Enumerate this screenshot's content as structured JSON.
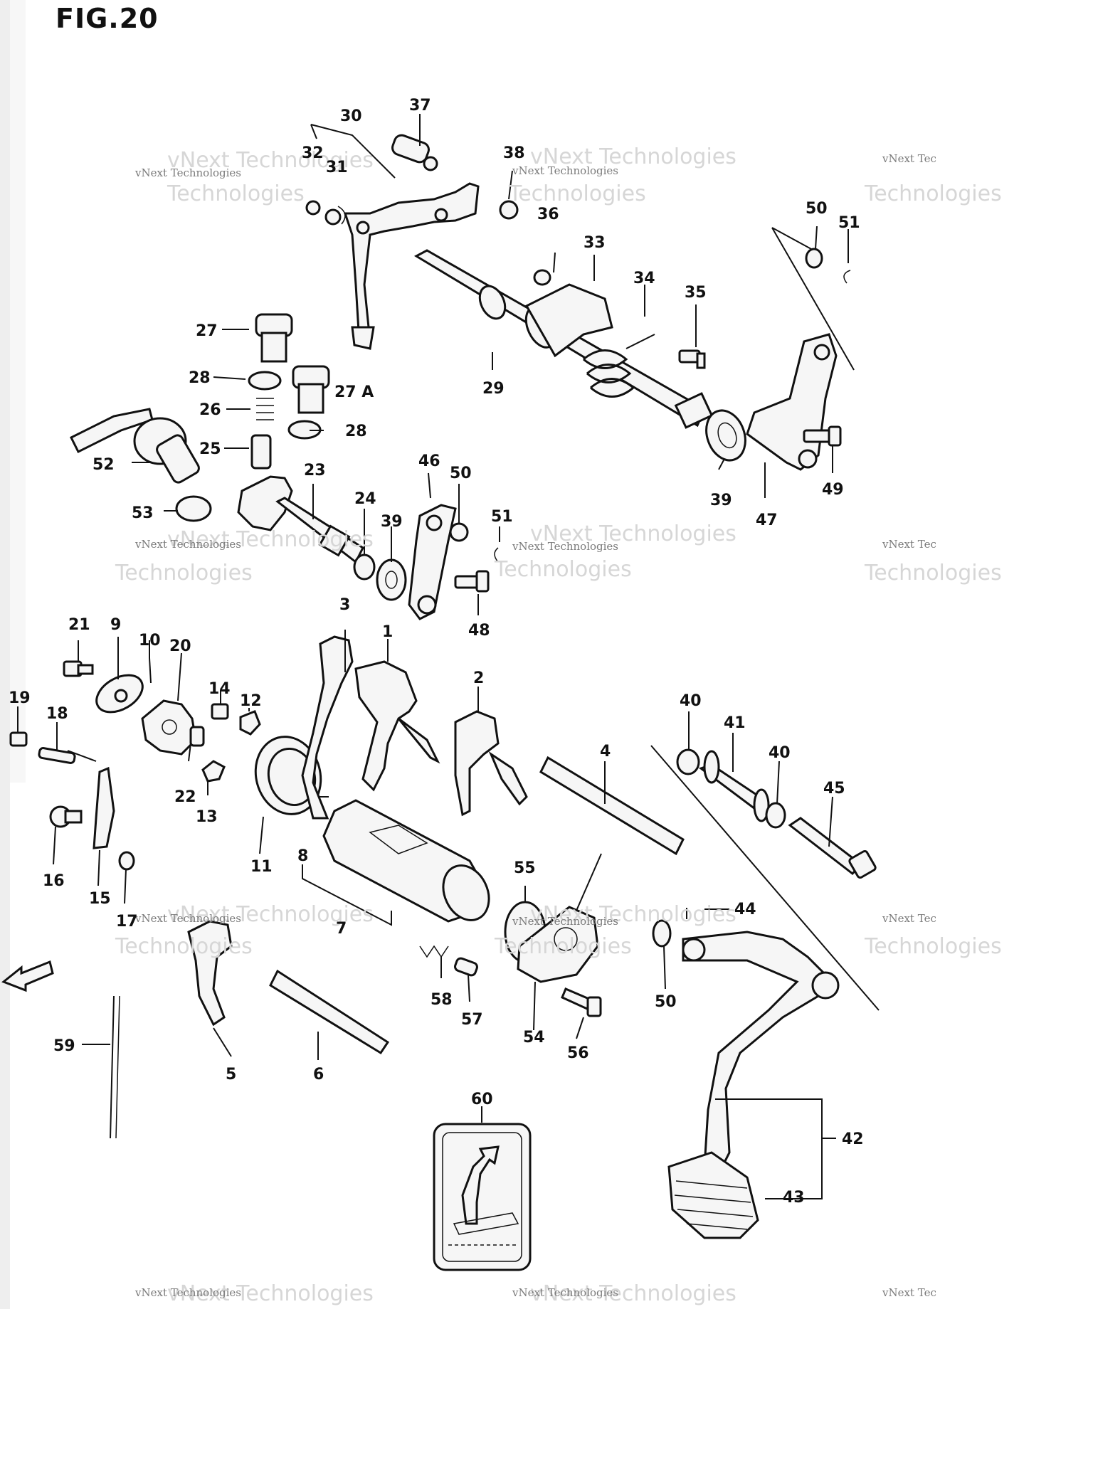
{
  "figure": {
    "title": "FIG.20"
  },
  "watermark": {
    "line1": "vNext Technologies",
    "line2": "Technologies",
    "short": "vNext Tec"
  },
  "labels": {
    "n1": "1",
    "n2": "2",
    "n3": "3",
    "n4": "4",
    "n5": "5",
    "n6": "6",
    "n7": "7",
    "n8": "8",
    "n9": "9",
    "n10": "10",
    "n11": "11",
    "n12": "12",
    "n13": "13",
    "n14": "14",
    "n15": "15",
    "n16": "16",
    "n17": "17",
    "n18": "18",
    "n19": "19",
    "n20": "20",
    "n21": "21",
    "n22": "22",
    "n23": "23",
    "n24": "24",
    "n25": "25",
    "n26": "26",
    "n27": "27",
    "n27a": "27 A",
    "n28": "28",
    "n29": "29",
    "n30": "30",
    "n31": "31",
    "n32": "32",
    "n33": "33",
    "n34": "34",
    "n35": "35",
    "n36": "36",
    "n37": "37",
    "n38": "38",
    "n39": "39",
    "n40": "40",
    "n41": "41",
    "n42": "42",
    "n43": "43",
    "n44": "44",
    "n45": "45",
    "n46": "46",
    "n47": "47",
    "n48": "48",
    "n49": "49",
    "n50": "50",
    "n51": "51",
    "n52": "52",
    "n53": "53",
    "n54": "54",
    "n55": "55",
    "n56": "56",
    "n57": "57",
    "n58": "58",
    "n59": "59",
    "n60": "60"
  },
  "icons": {
    "front_arrow": "front-arrow-icon",
    "shift_pattern_label": "shift-pattern-label-icon"
  },
  "colors": {
    "ink": "#111111",
    "paper": "#ffffff",
    "watermark": "#7a7a7a"
  }
}
